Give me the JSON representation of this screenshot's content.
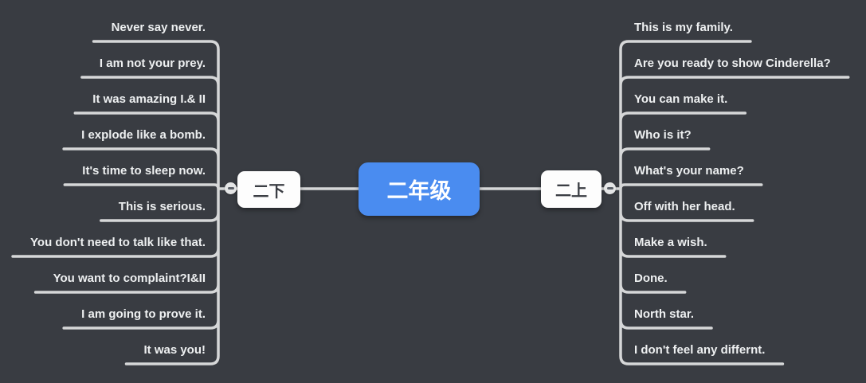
{
  "canvas": {
    "background_color": "#393c42",
    "line_color": "#d6d7d8"
  },
  "root": {
    "label": "二年级",
    "color": "#4a8cf0",
    "text_color": "#ffffff"
  },
  "branches": {
    "left": {
      "label": "二下",
      "collapse_icon": "minus-icon",
      "items": [
        "Never say never.",
        "I am not your prey.",
        "It was amazing I.& II",
        "I explode like a bomb.",
        "It's time to sleep now.",
        "This is serious.",
        "You don't need to talk like that.",
        "You want to complaint?I&II",
        "I am going to prove it.",
        "It was you!"
      ]
    },
    "right": {
      "label": "二上",
      "collapse_icon": "minus-icon",
      "items": [
        "This is my family.",
        "Are you ready to show Cinderella?",
        "You can make it.",
        "Who is it?",
        "What's your name?",
        "Off with her head.",
        "Make a wish.",
        "Done.",
        "North star.",
        "I don't feel any differnt."
      ]
    }
  }
}
